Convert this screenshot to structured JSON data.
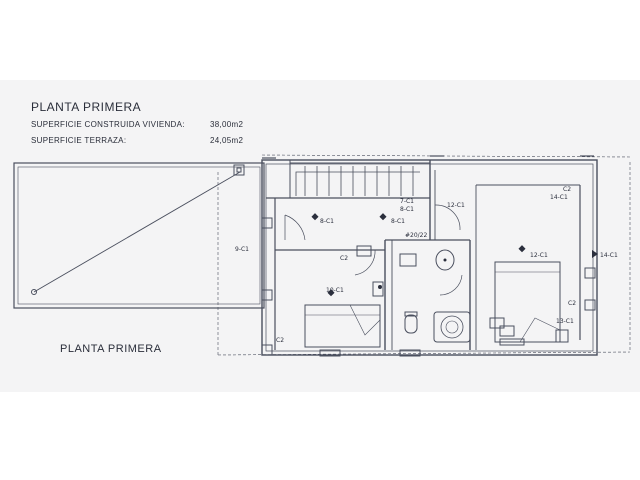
{
  "header": {
    "title": "PLANTA PRIMERA",
    "built_area_label": "SUPERFICIE CONSTRUIDA VIVIENDA:",
    "built_area_value": "38,00m2",
    "terrace_label": "SUPERFICIE TERRAZA:",
    "terrace_value": "24,05m2"
  },
  "plan_title": "PLANTA PRIMERA",
  "labels": {
    "c1_8a": "8-C1",
    "c1_8b": "8-C1",
    "c1_7": "7-C1",
    "c1_8c": "8-C1",
    "c1_12a": "12-C1",
    "c2_top": "C2",
    "c1_14a": "14-C1",
    "c1_9": "9-C1",
    "c2_a": "C2",
    "dim": "#20/22",
    "c1_12b": "12-C1",
    "c1_14b": "14-C1",
    "c1_10": "10-C1",
    "c2_b": "C2",
    "c1_13": "13-C1",
    "c2_c": "C2"
  },
  "colors": {
    "paper": "#f6f6f6",
    "line": "#4a4f5e",
    "ink": "#2a2e3a"
  }
}
